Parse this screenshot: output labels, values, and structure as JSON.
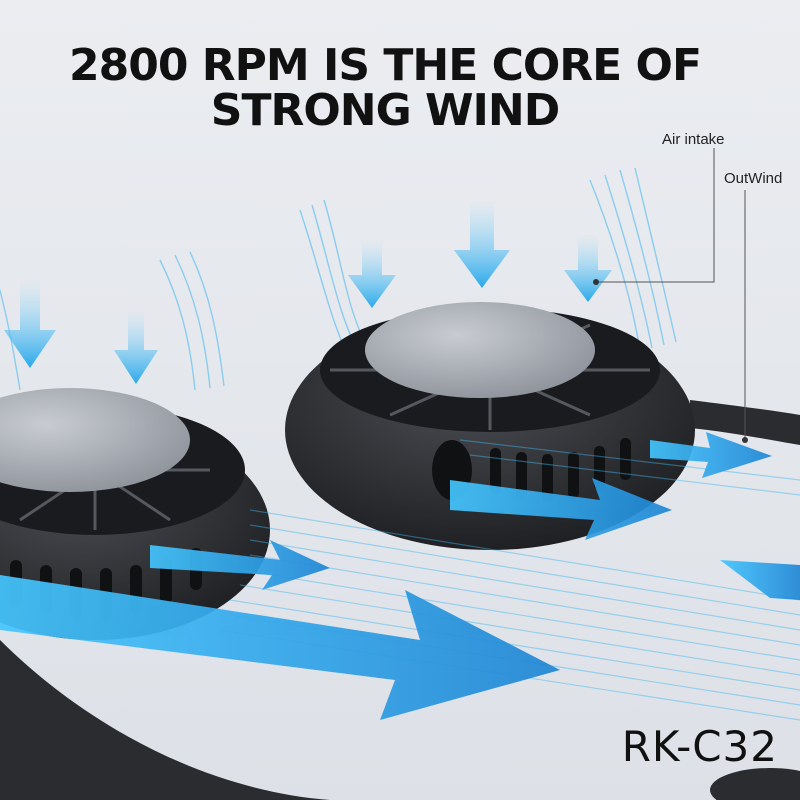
{
  "headline": {
    "line1": "2800 RPM IS THE CORE OF",
    "line2": "STRONG WIND"
  },
  "callouts": {
    "air_intake": "Air intake",
    "out_wind": "OutWind"
  },
  "model": "RK-C32",
  "colors": {
    "background": "#e6e9ee",
    "fan_body": "#2a2c30",
    "wind_blue": "#2aa6e6",
    "headline": "#111111"
  }
}
